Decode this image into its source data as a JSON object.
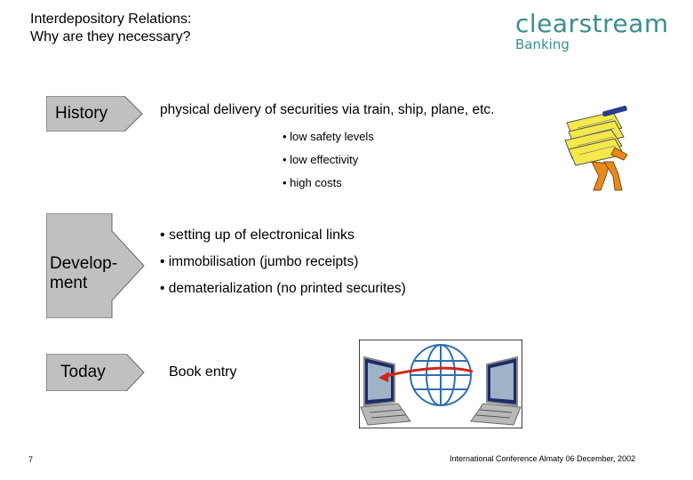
{
  "header": {
    "title_line1": "Interdepository Relations:",
    "title_line2": "Why are they necessary?"
  },
  "brand": {
    "name": "clearstream",
    "sub": "Banking",
    "color": "#3a8f8c"
  },
  "rows": {
    "history": {
      "label": "History",
      "headline": "physical delivery of securities via train, ship, plane, etc.",
      "bullets": [
        "• low safety levels",
        "• low effectivity",
        "• high costs"
      ]
    },
    "development": {
      "label_line1": "Develop-",
      "label_line2": "ment",
      "bullets": [
        "• setting up of electronical links",
        "• immobilisation (jumbo receipts)",
        "• dematerialization (no printed securites)"
      ]
    },
    "today": {
      "label": "Today",
      "headline": "Book entry"
    }
  },
  "footer": {
    "page_number": "7",
    "conference": "International Conference Almaty 06 December, 2002"
  },
  "colors": {
    "arrow_fill": "#c0c0c0",
    "paper_yellow": "#f5e84a",
    "figure_orange": "#e8891c",
    "globe_blue": "#2f6fb3",
    "link_red": "#d0261c"
  },
  "icons": {
    "history_illustration": "person-carrying-papers-icon",
    "today_illustration": "linked-computers-globe-icon"
  }
}
